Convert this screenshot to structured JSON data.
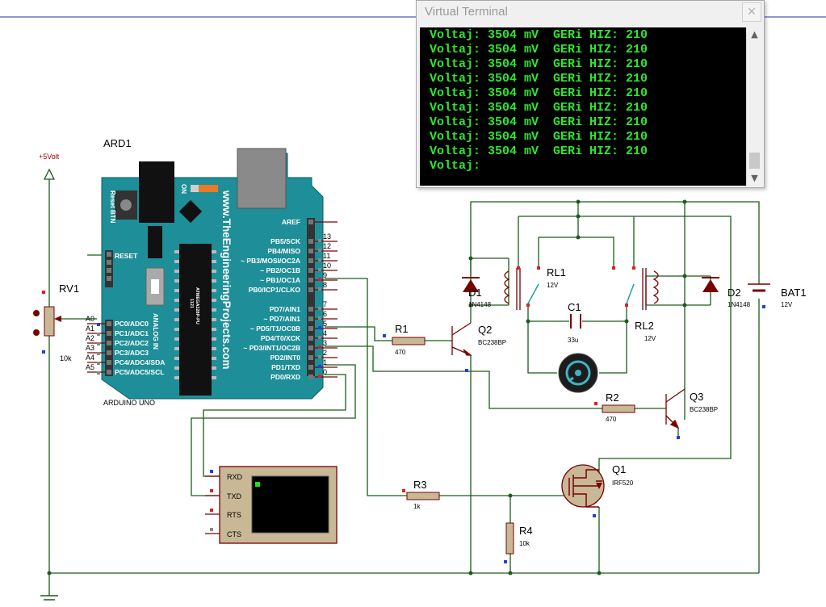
{
  "terminal": {
    "title": "Virtual Terminal",
    "close_glyph": "✕",
    "lines": [
      "Voltaj: 3504 mV  GERi HIZ: 210",
      "Voltaj: 3504 mV  GERi HIZ: 210",
      "Voltaj: 3504 mV  GERi HIZ: 210",
      "Voltaj: 3504 mV  GERi HIZ: 210",
      "Voltaj: 3504 mV  GERi HIZ: 210",
      "Voltaj: 3504 mV  GERi HIZ: 210",
      "Voltaj: 3504 mV  GERi HIZ: 210",
      "Voltaj: 3504 mV  GERi HIZ: 210",
      "Voltaj: 3504 mV  GERi HIZ: 210",
      "Voltaj:"
    ],
    "text_color": "#2ee62e",
    "background": "#000000"
  },
  "schematic": {
    "supply": "+5Volt",
    "arduino": {
      "ref": "ARD1",
      "model": "ARDUINO UNO",
      "url": "www.TheEngineeringProjects.com",
      "chip_line1": "1121",
      "chip_line2": "ATMEGA328P-PU",
      "reset_btn": "Reset BTN",
      "on": "ON",
      "analog_in": "ANALOG IN",
      "reset_pin": "RESET",
      "board_color": "#1e8f98",
      "digital_labels": [
        "AREF",
        "PB5/SCK",
        "PB4/MISO",
        "~ PB3/MOSI/OC2A",
        "~ PB2/OC1B",
        "~ PB1/OC1A",
        "PB0/ICP1/CLKO",
        "PD7/AIN1",
        "~ PD7/AIN1",
        "~ PD5/T1/OC0B",
        "PD4/T0/XCK",
        "~ PD3/INT1/OC2B",
        "PD2/INT0",
        "PD1/TXD",
        "PD0/RXD"
      ],
      "digital_numbers": [
        "13",
        "12",
        "11",
        "10",
        "9",
        "8",
        "7",
        "6",
        "5",
        "4",
        "3",
        "2",
        "1",
        "0"
      ],
      "analog_labels": [
        "PC0/ADC0",
        "PC1/ADC1",
        "PC2/ADC2",
        "PC3/ADC3",
        "PC4/ADC4/SDA",
        "PC5/ADC5/SCL"
      ],
      "analog_numbers": [
        "A0",
        "A1",
        "A2",
        "A3",
        "A4",
        "A5"
      ]
    },
    "rv1": {
      "name": "RV1",
      "value": "10k"
    },
    "r1": {
      "name": "R1",
      "value": "470"
    },
    "r2": {
      "name": "R2",
      "value": "470"
    },
    "r3": {
      "name": "R3",
      "value": "1k"
    },
    "r4": {
      "name": "R4",
      "value": "10k"
    },
    "q1": {
      "name": "Q1",
      "value": "IRF520"
    },
    "q2": {
      "name": "Q2",
      "value": "BC238BP"
    },
    "q3": {
      "name": "Q3",
      "value": "BC238BP"
    },
    "d1": {
      "name": "D1",
      "value": "1N4148"
    },
    "d2": {
      "name": "D2",
      "value": "1N4148"
    },
    "rl1": {
      "name": "RL1",
      "value": "12V"
    },
    "rl2": {
      "name": "RL2",
      "value": "12V"
    },
    "c1": {
      "name": "C1",
      "value": "33u"
    },
    "bat1": {
      "name": "BAT1",
      "value": "12V"
    },
    "vterm_pins": [
      "RXD",
      "TXD",
      "RTS",
      "CTS"
    ],
    "wire_color": "#1a5c1a",
    "component_color": "#7a0000"
  }
}
